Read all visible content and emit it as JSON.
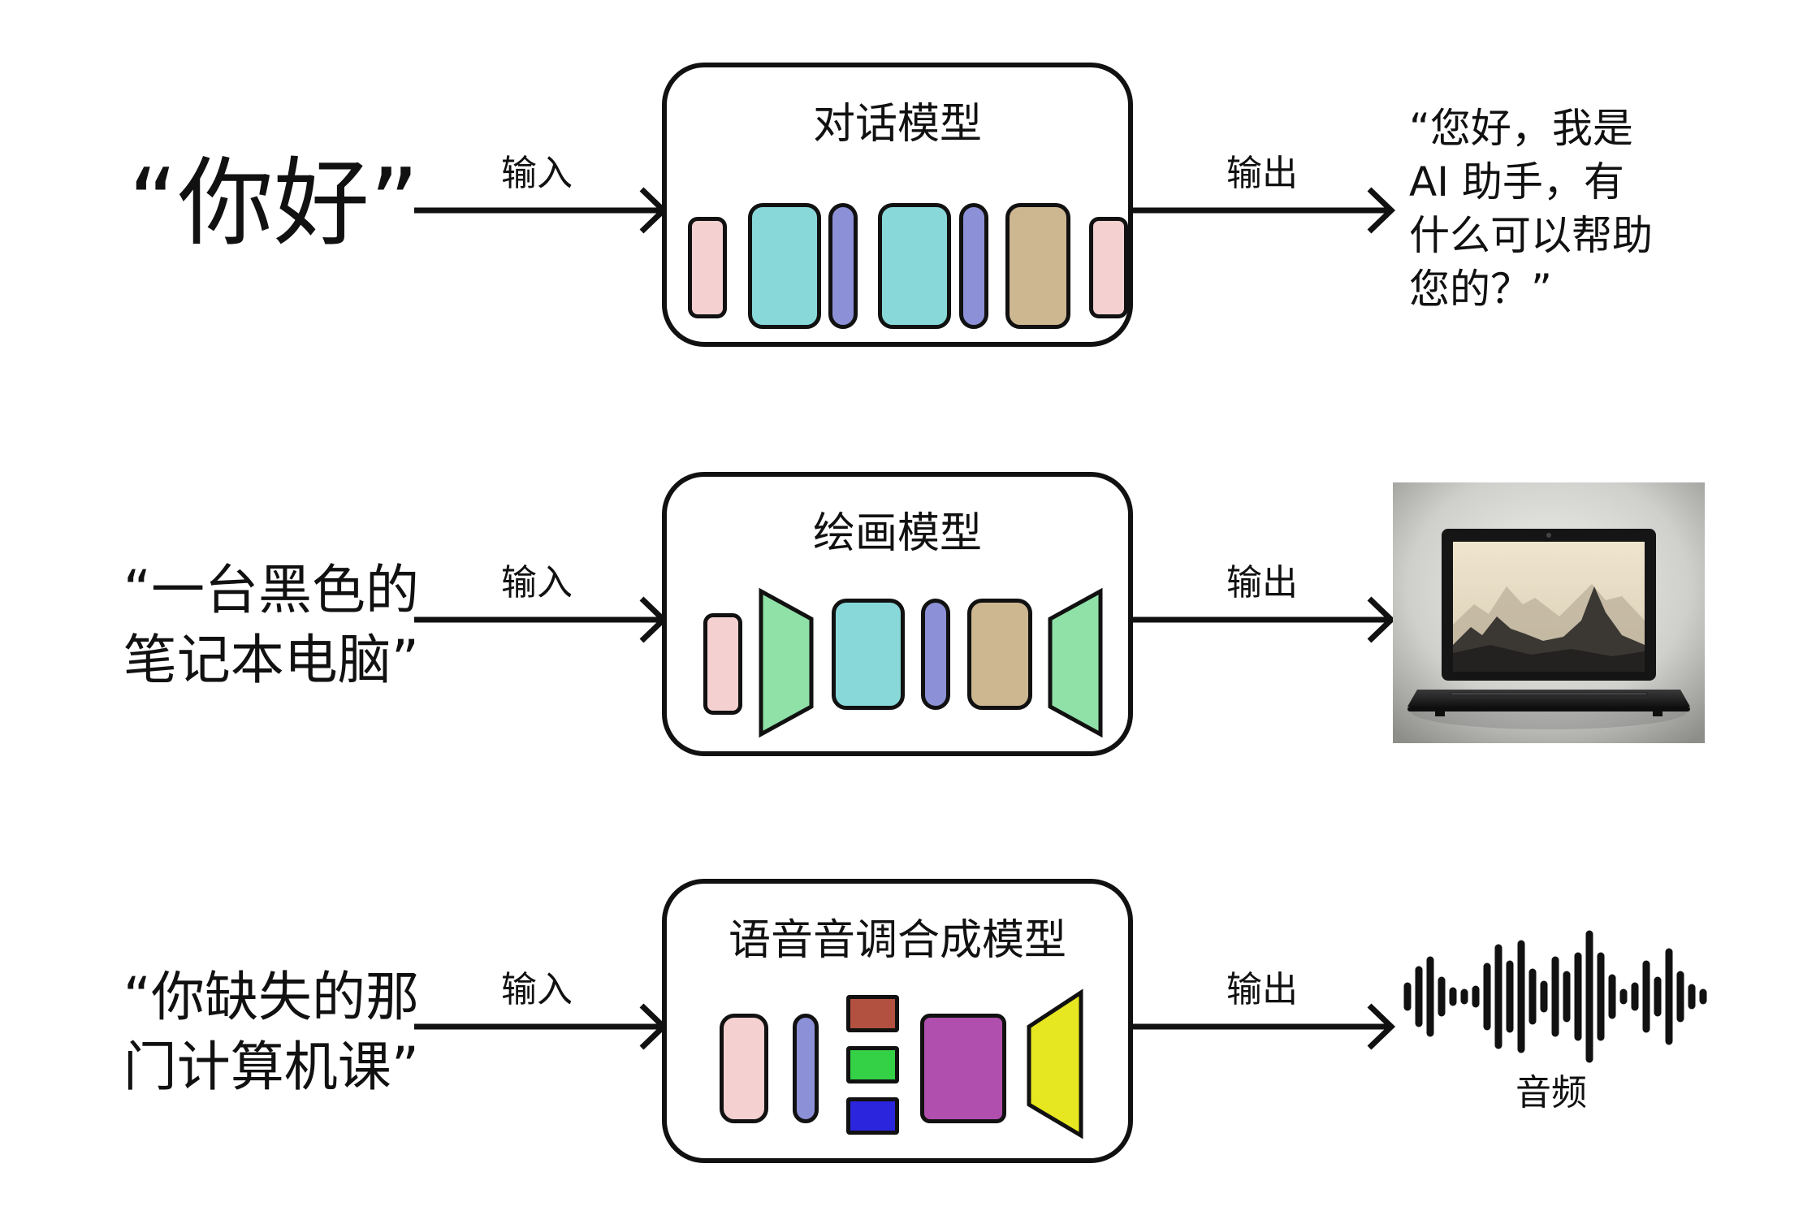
{
  "rows": [
    {
      "input": "“你好”",
      "input_label": "输入",
      "model_title": "对话模型",
      "output_label": "输出",
      "output": "“您好，我是\nAI 助手，有\n什么可以帮助\n您的？”"
    },
    {
      "input": "“一台黑色的\n笔记本电脑”",
      "input_label": "输入",
      "model_title": "绘画模型",
      "output_label": "输出",
      "output_image": "laptop with mountain landscape on screen"
    },
    {
      "input": "“你缺失的那\n门计算机课”",
      "input_label": "输入",
      "model_title": "语音音调合成模型",
      "output_label": "输出",
      "output_caption": "音频"
    }
  ],
  "colors": {
    "pink": "#f4d0d0",
    "cyan": "#88d8da",
    "blue_violet": "#8c90d6",
    "tan": "#cdb790",
    "green": "#8fe1a7",
    "brick": "#b2513f",
    "bright_green": "#34d046",
    "blue": "#2b25de",
    "purple": "#b04fad",
    "yellow": "#e6e621"
  }
}
